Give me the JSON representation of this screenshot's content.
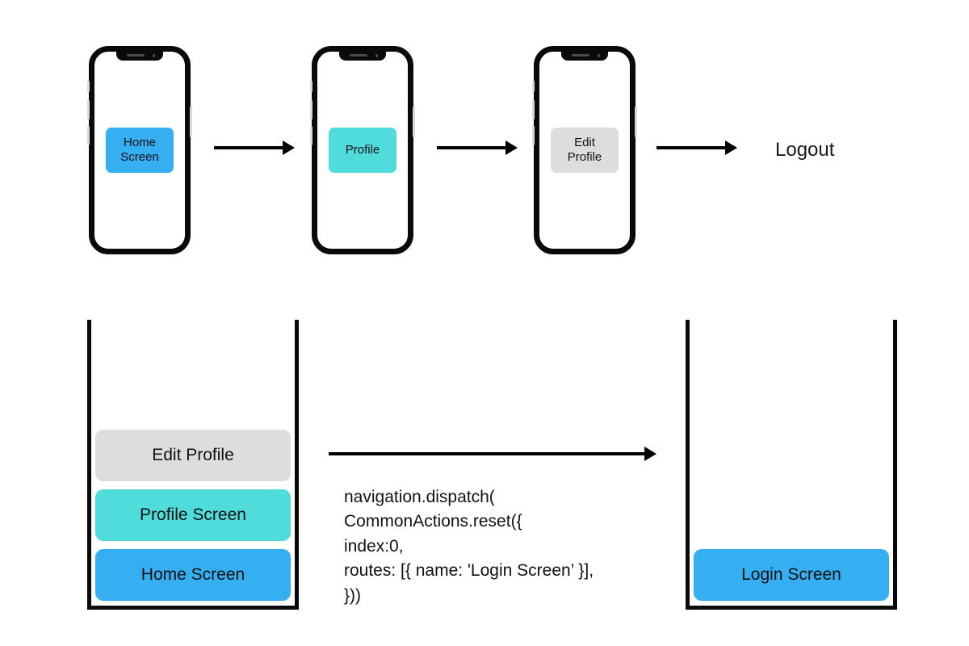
{
  "flow": {
    "phones": [
      {
        "chip_label": "Home\nScreen",
        "chip_color": "#36AEF2",
        "name": "home-screen"
      },
      {
        "chip_label": "Profile",
        "chip_color": "#4FDCDA",
        "name": "profile-screen"
      },
      {
        "chip_label": "Edit\nProfile",
        "chip_color": "#DDDDDD",
        "name": "edit-profile-screen"
      }
    ],
    "end_label": "Logout",
    "arrows": [
      "step-1-arrow",
      "step-2-arrow",
      "step-3-arrow"
    ]
  },
  "stack_before": {
    "items": [
      {
        "label": "Edit Profile",
        "color": "#DDDDDD"
      },
      {
        "label": "Profile Screen",
        "color": "#4FDCDA"
      },
      {
        "label": "Home Screen",
        "color": "#36AEF2"
      }
    ]
  },
  "stack_after": {
    "items": [
      {
        "label": "Login Screen",
        "color": "#36AEF2"
      }
    ]
  },
  "transition": {
    "arrow_name": "reset-transition-arrow",
    "code": "navigation.dispatch(\nCommonActions.reset({\nindex:0,\nroutes: [{ name: 'Login Screen’ }],\n}))"
  },
  "colors": {
    "blue": "#36AEF2",
    "teal": "#4FDCDA",
    "gray": "#DDDDDD",
    "outline": "#0a0a0a",
    "background": "#ffffff"
  }
}
